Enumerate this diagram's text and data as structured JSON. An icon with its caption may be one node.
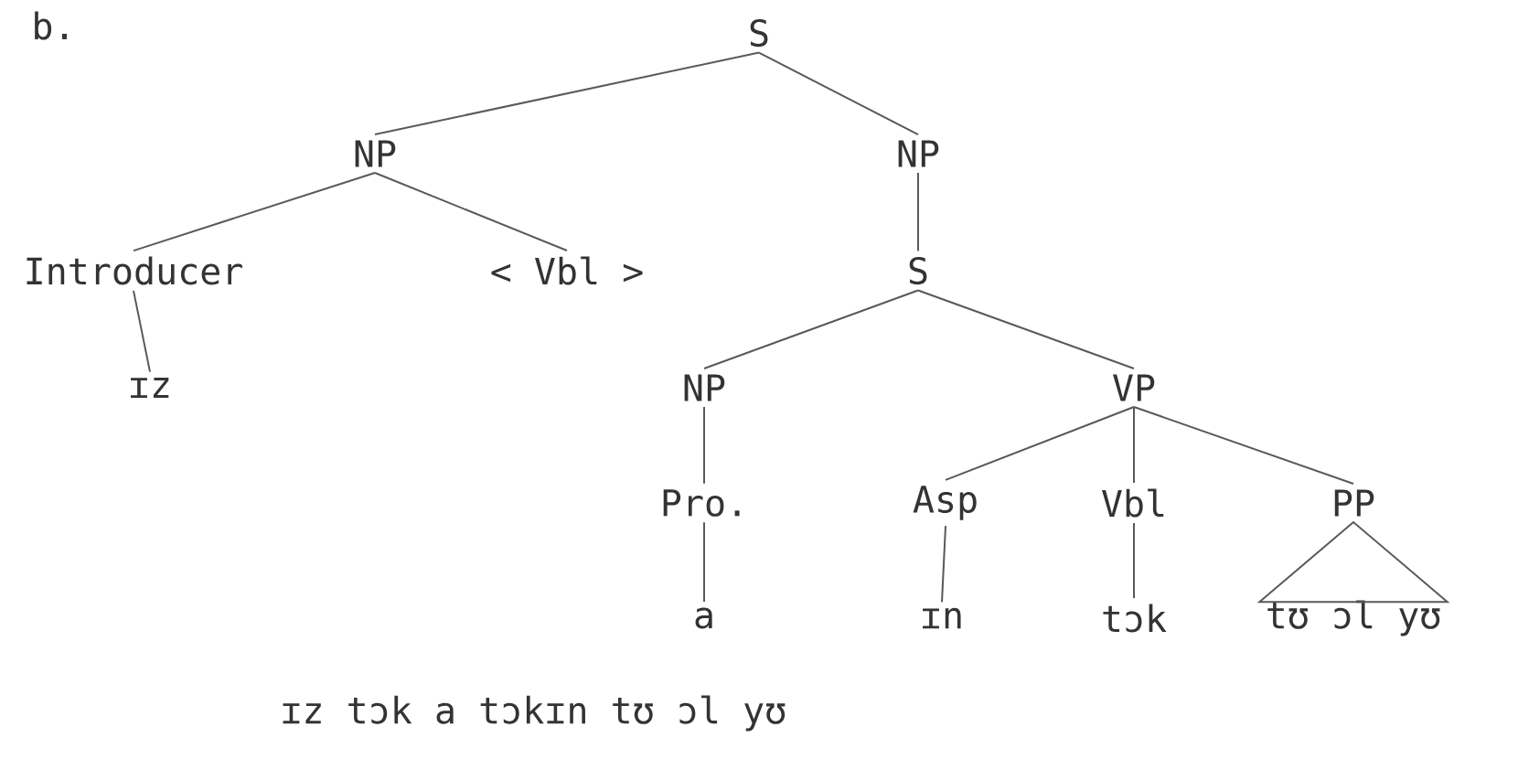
{
  "diagram": {
    "nodes": [
      {
        "text": [
          "S"
        ]
      },
      {
        "text": [
          "NP"
        ]
      },
      {
        "text": [
          "NP"
        ]
      },
      {
        "text": [
          "Introducer"
        ]
      },
      {
        "text": [
          "< Vbl >"
        ]
      },
      {
        "text": [
          "S"
        ]
      },
      {
        "text": [
          "ɪz"
        ]
      },
      {
        "text": [
          "NP"
        ]
      },
      {
        "text": [
          "VP"
        ]
      },
      {
        "text": [
          "Pro."
        ]
      },
      {
        "text": [
          "Asp"
        ]
      },
      {
        "text": [
          "Vbl"
        ]
      },
      {
        "text": [
          "PP"
        ]
      },
      {
        "text": [
          "a"
        ]
      },
      {
        "text": [
          "ɪn"
        ]
      },
      {
        "text": [
          "tɔk"
        ]
      },
      {
        "text": [
          "tʊ ɔl yʊ"
        ]
      }
    ],
    "edges": [
      {
        "from": 0,
        "to": 1,
        "arrow": "none"
      },
      {
        "from": 0,
        "to": 2,
        "arrow": "none"
      },
      {
        "from": 1,
        "to": 3,
        "arrow": "none"
      },
      {
        "from": 1,
        "to": 4,
        "arrow": "none"
      },
      {
        "from": 2,
        "to": 5,
        "arrow": "none"
      },
      {
        "from": 3,
        "to": 6,
        "arrow": "none"
      },
      {
        "from": 5,
        "to": 7,
        "arrow": "none"
      },
      {
        "from": 5,
        "to": 8,
        "arrow": "none"
      },
      {
        "from": 7,
        "to": 9,
        "arrow": "none"
      },
      {
        "from": 8,
        "to": 10,
        "arrow": "none"
      },
      {
        "from": 8,
        "to": 11,
        "arrow": "none"
      },
      {
        "from": 8,
        "to": 12,
        "arrow": "none"
      },
      {
        "from": 9,
        "to": 13,
        "arrow": "none"
      },
      {
        "from": 10,
        "to": 14,
        "arrow": "none"
      },
      {
        "from": 11,
        "to": 15,
        "arrow": "none"
      },
      {
        "from": 12,
        "to": 16,
        "arrow": "none"
      }
    ],
    "labels": [
      "b.",
      "ɪz tɔk a tɔkɪn tʊ ɔl yʊ"
    ]
  }
}
